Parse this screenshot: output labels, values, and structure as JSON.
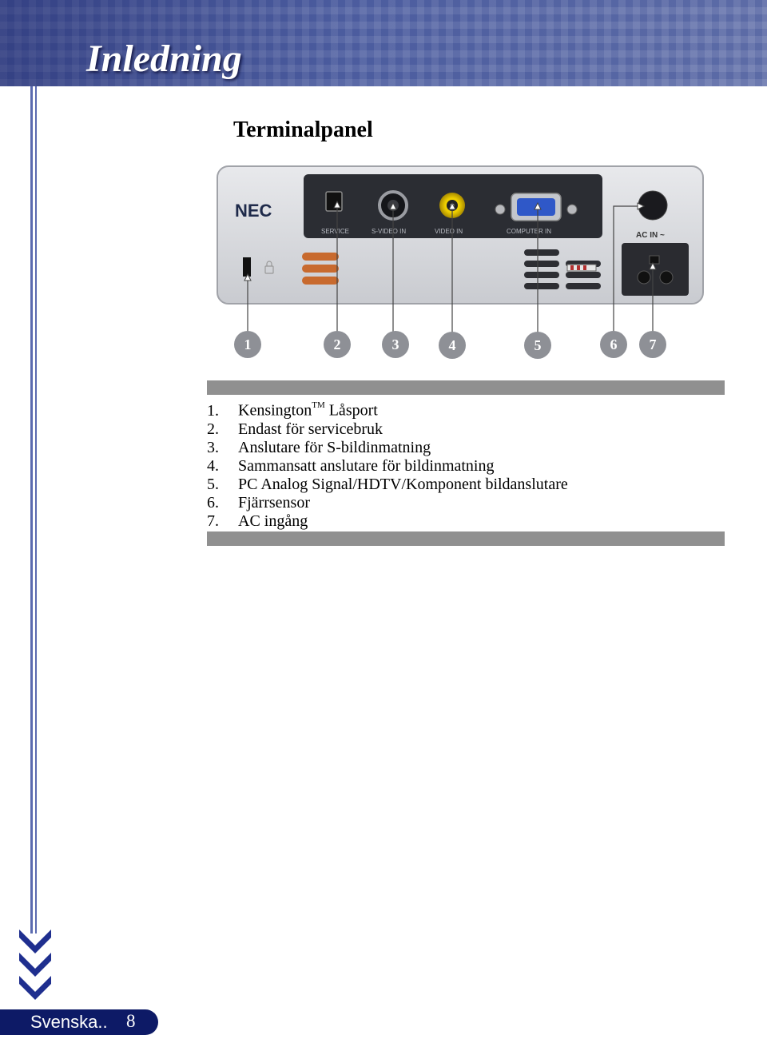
{
  "header": {
    "title": "Inledning"
  },
  "section": {
    "title": "Terminalpanel"
  },
  "device": {
    "brand": "NEC",
    "port_labels": [
      "SERVICE",
      "S-VIDEO IN",
      "VIDEO IN",
      "COMPUTER IN"
    ],
    "ac_label": "AC IN ~"
  },
  "callouts": [
    "1",
    "2",
    "3",
    "4",
    "5",
    "6",
    "7"
  ],
  "legend": [
    {
      "num": "1.",
      "text": "Kensington",
      "sup": "TM",
      "text_after": " Låsport"
    },
    {
      "num": "2.",
      "text": "Endast för servicebruk"
    },
    {
      "num": "3.",
      "text": "Anslutare för S-bildinmatning"
    },
    {
      "num": "4.",
      "text": "Sammansatt anslutare för bildinmatning"
    },
    {
      "num": "5.",
      "text": "PC Analog Signal/HDTV/Komponent bildanslutare"
    },
    {
      "num": "6.",
      "text": "Fjärrsensor"
    },
    {
      "num": "7.",
      "text": "AC ingång"
    }
  ],
  "footer": {
    "language": "Svenska..",
    "page": "8"
  },
  "colors": {
    "header": "#4f5f9e",
    "footer": "#0d1a66",
    "chevron": "#1f2f8f",
    "divider": "#909090"
  }
}
